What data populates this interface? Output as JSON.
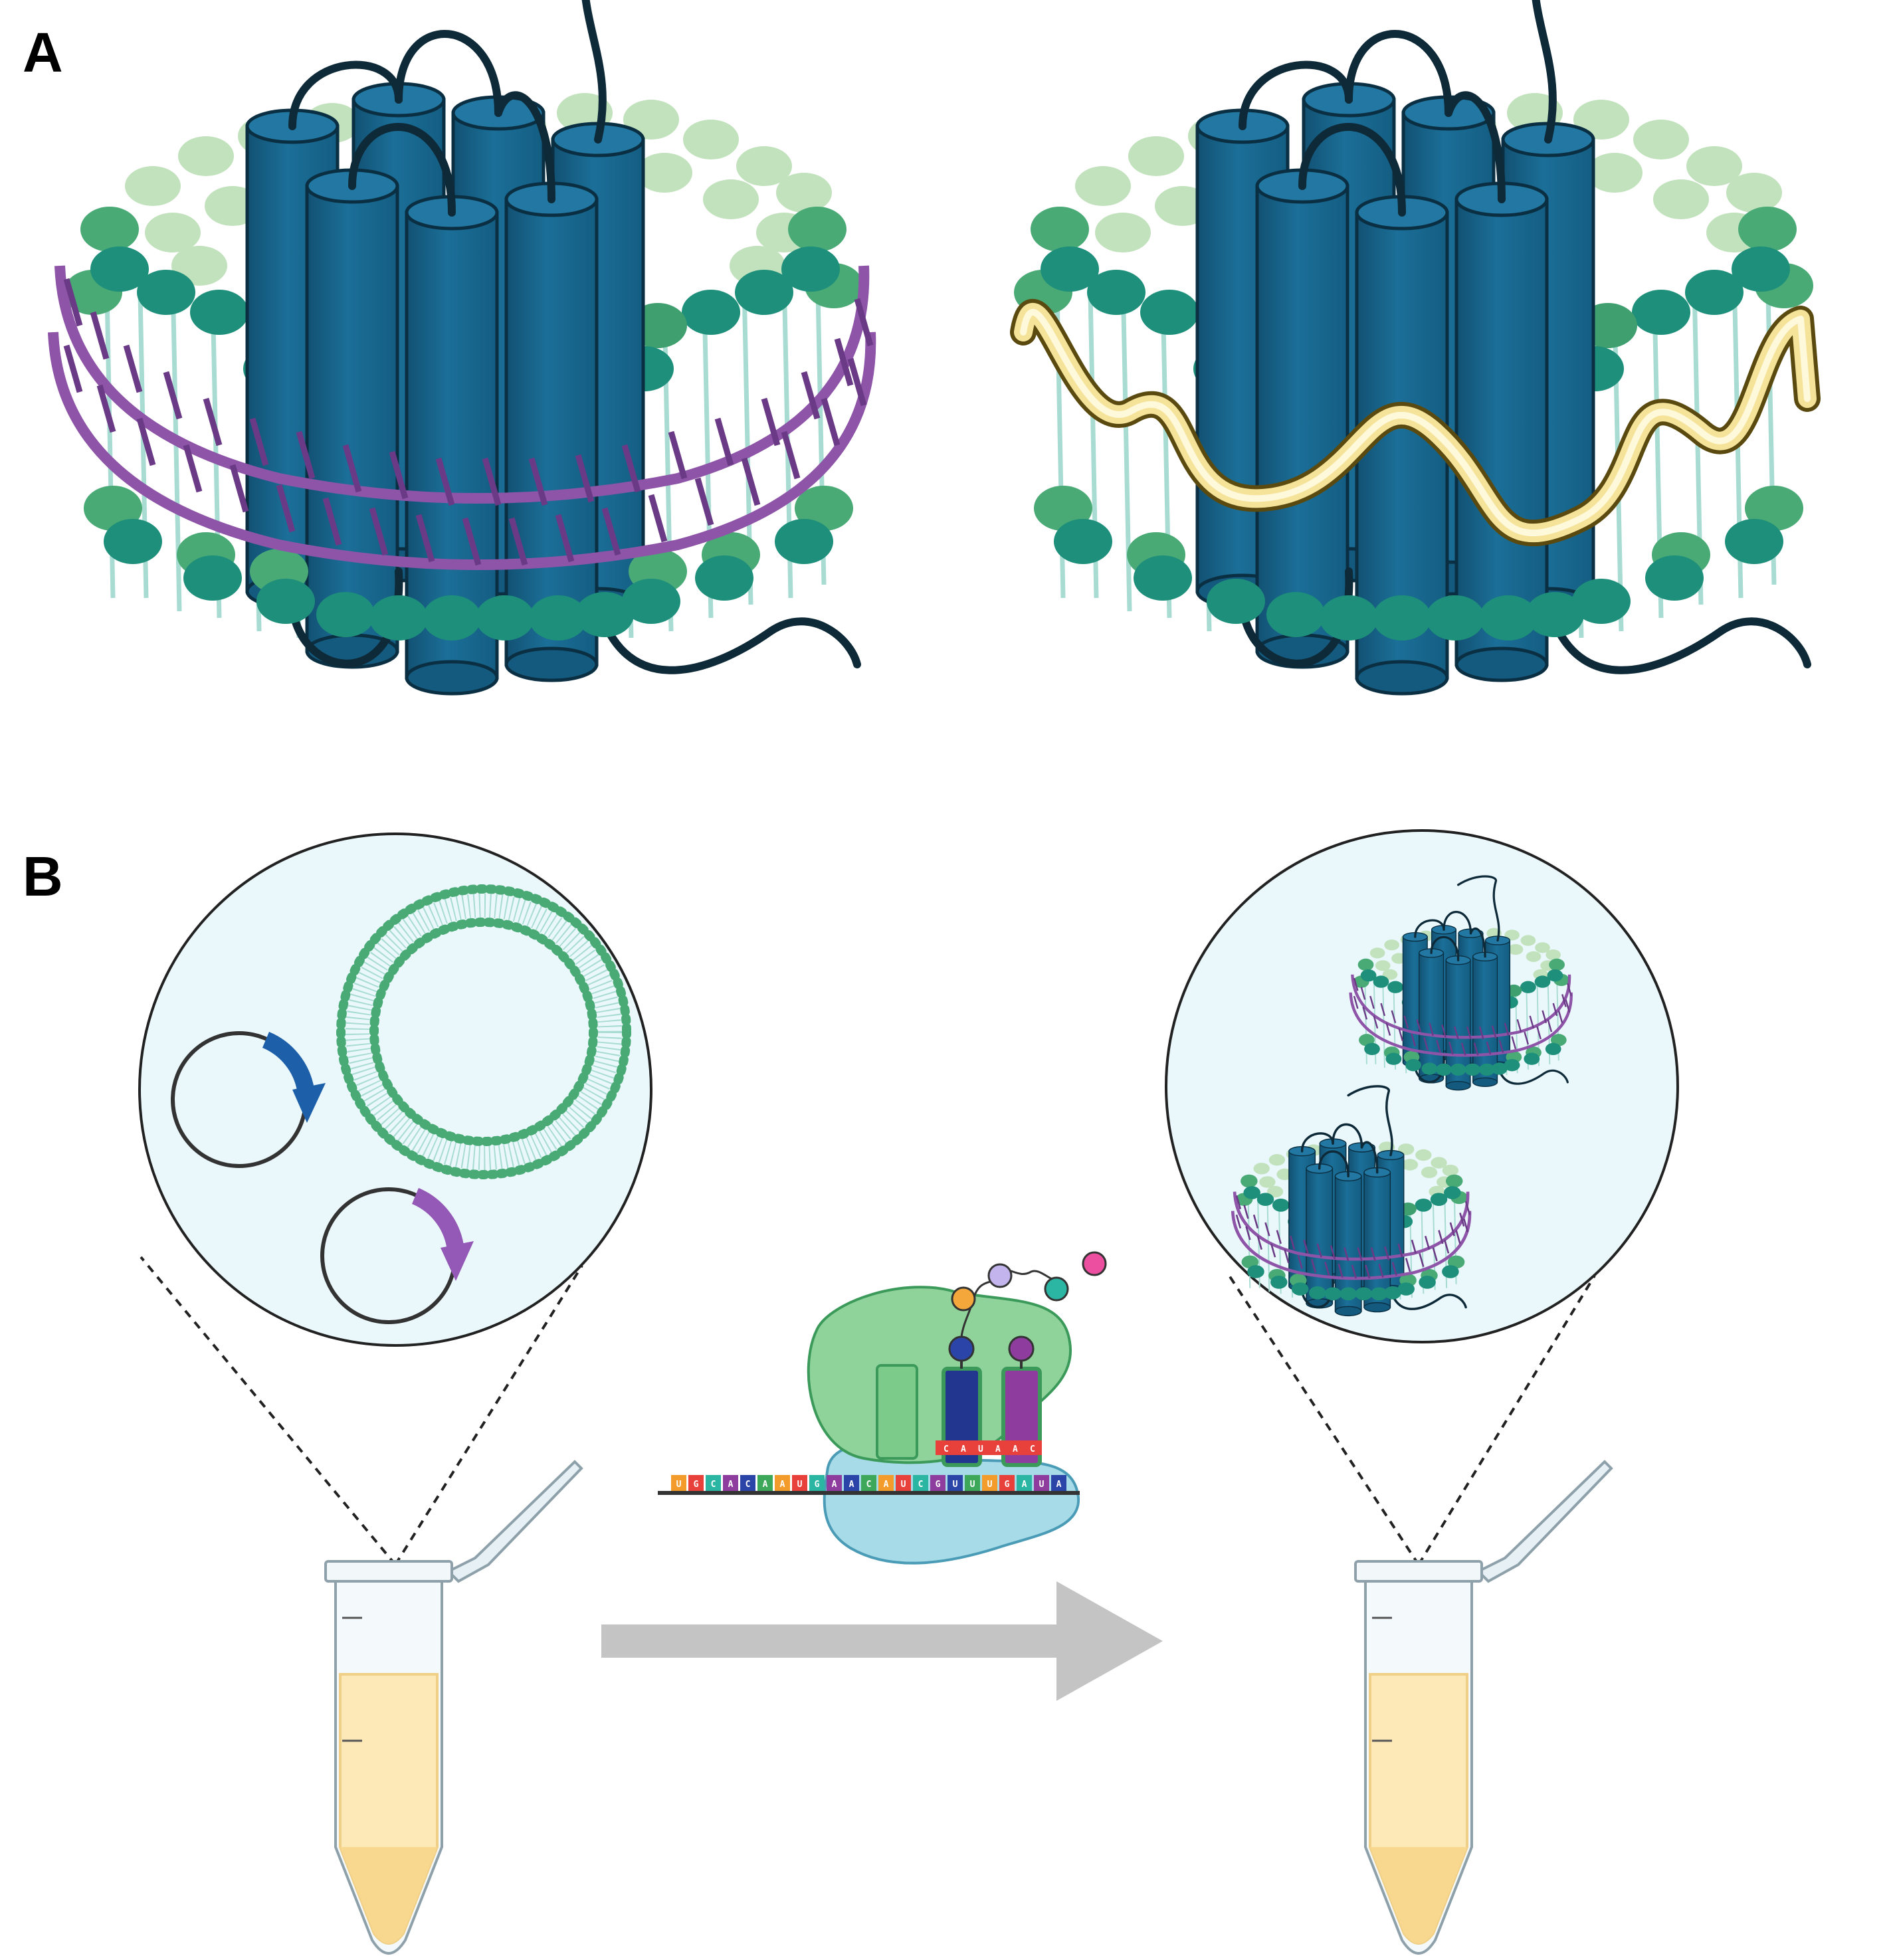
{
  "panels": {
    "a": {
      "label": "A"
    },
    "b": {
      "label": "B"
    }
  },
  "colors": {
    "helix_cylinder": "#1a6a92",
    "helix_cylinder_dark": "#155c80",
    "loop": "#0e2a38",
    "lipid_head_light": "#b9dcb4",
    "lipid_head_mid": "#4aaa76",
    "lipid_head_dark": "#1e8f7a",
    "lipid_tail": "#a8dcd2",
    "scaffold_protein": "#8e54a8",
    "scaffold_polymer": "#f6e39a",
    "circle_fill": "#eaf8fc",
    "tube_liquid": "#fde8b8",
    "arrow": "#c4c4c4",
    "plasmid_arrow_blue": "#1d5fa8",
    "plasmid_arrow_purple": "#9458b6",
    "ribosome_large": "#8fd39a",
    "ribosome_small": "#a8dbe8"
  },
  "ribosome": {
    "mrna_letters": [
      "U",
      "G",
      "C",
      "A",
      "C",
      "A",
      "A",
      "U",
      "G",
      "A",
      "A",
      "C",
      "A",
      "U",
      "C",
      "G",
      "U",
      "U",
      "U",
      "G",
      "A",
      "U",
      "A"
    ],
    "trna_letters": [
      "C",
      "A",
      "U",
      "A",
      "A",
      "C"
    ]
  },
  "icons": [
    "gpcr-protein-icon",
    "nanodisc-icon",
    "plasmid-icon",
    "liposome-icon",
    "ribosome-icon",
    "microtube-icon",
    "process-arrow-icon"
  ]
}
